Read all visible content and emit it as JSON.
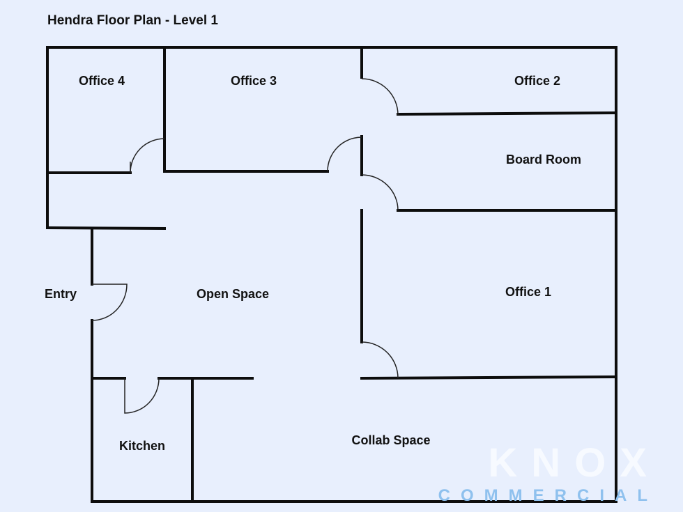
{
  "title": "Hendra Floor Plan - Level 1",
  "rooms": {
    "office_4": "Office 4",
    "office_3": "Office 3",
    "office_2": "Office 2",
    "board_room": "Board Room",
    "office_1": "Office 1",
    "entry": "Entry",
    "open_space": "Open Space",
    "kitchen": "Kitchen",
    "collab_space": "Collab Space"
  },
  "logo": {
    "name": "KNOX",
    "tagline": "COMMERCIAL"
  }
}
